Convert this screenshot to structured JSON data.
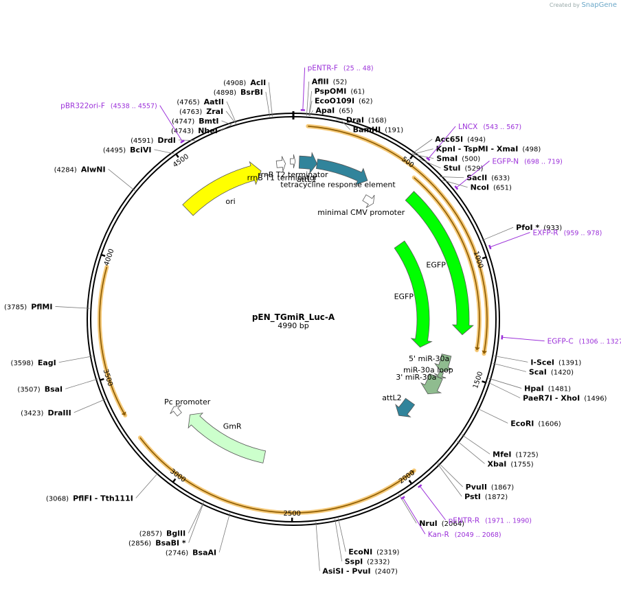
{
  "credit": {
    "prefix": "Created by",
    "brand": "SnapGene"
  },
  "plasmid": {
    "name": "pEN_TGmiR_Luc-A",
    "size_label": "4990 bp",
    "length": 4990
  },
  "ticks": [
    {
      "pos": 500,
      "label": "500"
    },
    {
      "pos": 1000,
      "label": "1000"
    },
    {
      "pos": 1500,
      "label": "1500"
    },
    {
      "pos": 2000,
      "label": "2000"
    },
    {
      "pos": 2500,
      "label": "2500"
    },
    {
      "pos": 3000,
      "label": "3000"
    },
    {
      "pos": 3500,
      "label": "3500"
    },
    {
      "pos": 4000,
      "label": "4000"
    },
    {
      "pos": 4500,
      "label": "4500"
    }
  ],
  "sites": [
    {
      "name": "AclI",
      "pos": "(4908)",
      "at": 4908
    },
    {
      "name": "BsrBI",
      "pos": "(4898)",
      "at": 4898
    },
    {
      "name": "AatII",
      "pos": "(4765)",
      "at": 4765
    },
    {
      "name": "ZraI",
      "pos": "(4763)",
      "at": 4763
    },
    {
      "name": "BmtI",
      "pos": "(4747)",
      "at": 4747
    },
    {
      "name": "NheI",
      "pos": "(4743)",
      "at": 4743
    },
    {
      "name": "DrdI",
      "pos": "(4591)",
      "at": 4591
    },
    {
      "name": "BciVI",
      "pos": "(4495)",
      "at": 4495
    },
    {
      "name": "AlwNI",
      "pos": "(4284)",
      "at": 4284
    },
    {
      "name": "PflMI",
      "pos": "(3785)",
      "at": 3785
    },
    {
      "name": "EagI",
      "pos": "(3598)",
      "at": 3598
    },
    {
      "name": "BsaI",
      "pos": "(3507)",
      "at": 3507
    },
    {
      "name": "DraIII",
      "pos": "(3423)",
      "at": 3423
    },
    {
      "name": "PflFI - Tth111I",
      "pos": "(3068)",
      "at": 3068
    },
    {
      "name": "BglII",
      "pos": "(2857)",
      "at": 2857
    },
    {
      "name": "BsaBI *",
      "pos": "(2856)",
      "at": 2856
    },
    {
      "name": "BsaAI",
      "pos": "(2746)",
      "at": 2746
    },
    {
      "name": "AflII",
      "pos": "(52)",
      "at": 52
    },
    {
      "name": "PspOMI",
      "pos": "(61)",
      "at": 61
    },
    {
      "name": "EcoO109I",
      "pos": "(62)",
      "at": 62
    },
    {
      "name": "ApaI",
      "pos": "(65)",
      "at": 65
    },
    {
      "name": "DraI",
      "pos": "(168)",
      "at": 168
    },
    {
      "name": "BamHI",
      "pos": "(191)",
      "at": 191
    },
    {
      "name": "Acc65I",
      "pos": "(494)",
      "at": 494
    },
    {
      "name": "KpnI - TspMI - XmaI",
      "pos": "(498)",
      "at": 498
    },
    {
      "name": "SmaI",
      "pos": "(500)",
      "at": 500
    },
    {
      "name": "StuI",
      "pos": "(529)",
      "at": 529
    },
    {
      "name": "SacII",
      "pos": "(633)",
      "at": 633
    },
    {
      "name": "NcoI",
      "pos": "(651)",
      "at": 651
    },
    {
      "name": "PfoI *",
      "pos": "(933)",
      "at": 933
    },
    {
      "name": "I-SceI",
      "pos": "(1391)",
      "at": 1391
    },
    {
      "name": "ScaI",
      "pos": "(1420)",
      "at": 1420
    },
    {
      "name": "HpaI",
      "pos": "(1481)",
      "at": 1481
    },
    {
      "name": "PaeR7I - XhoI",
      "pos": "(1496)",
      "at": 1496
    },
    {
      "name": "EcoRI",
      "pos": "(1606)",
      "at": 1606
    },
    {
      "name": "MfeI",
      "pos": "(1725)",
      "at": 1725
    },
    {
      "name": "XbaI",
      "pos": "(1755)",
      "at": 1755
    },
    {
      "name": "PvuII",
      "pos": "(1867)",
      "at": 1867
    },
    {
      "name": "PstI",
      "pos": "(1872)",
      "at": 1872
    },
    {
      "name": "NruI",
      "pos": "(2064)",
      "at": 2064
    },
    {
      "name": "EcoNI",
      "pos": "(2319)",
      "at": 2319
    },
    {
      "name": "SspI",
      "pos": "(2332)",
      "at": 2332
    },
    {
      "name": "AsiSI - PvuI",
      "pos": "(2407)",
      "at": 2407
    }
  ],
  "primers": [
    {
      "name": "pENTR-F",
      "range": "(25 .. 48)",
      "at": 36
    },
    {
      "name": "pBR322ori-F",
      "range": "(4538 .. 4557)",
      "at": 4547
    },
    {
      "name": "LNCX",
      "range": "(543 .. 567)",
      "at": 555
    },
    {
      "name": "EGFP-N",
      "range": "(698 .. 719)",
      "at": 708
    },
    {
      "name": "EXFP-R",
      "range": "(959 .. 978)",
      "at": 968
    },
    {
      "name": "EGFP-C",
      "range": "(1306 .. 1327)",
      "at": 1316
    },
    {
      "name": "pENTR-R",
      "range": "(1971 .. 1990)",
      "at": 1980
    },
    {
      "name": "Kan-R",
      "range": "(2049 .. 2068)",
      "at": 2058
    }
  ],
  "features": [
    {
      "name": "ori",
      "start": 4380,
      "end": 4820,
      "color": "#ffff00"
    },
    {
      "name": "rrnB T1 terminator",
      "start": 4905,
      "end": 4950,
      "color": "#ffffff"
    },
    {
      "name": "rrnB T2 terminator",
      "start": 4975,
      "end": 10,
      "color": "#ffffff"
    },
    {
      "name": "attL1",
      "start": 30,
      "end": 120,
      "color": "#31849b"
    },
    {
      "name": "tetracycline response element",
      "start": 120,
      "end": 390,
      "color": "#31849b"
    },
    {
      "name": "minimal CMV promoter",
      "start": 420,
      "end": 480,
      "color": "#ffffff"
    },
    {
      "name": "EGFP",
      "start": 600,
      "end": 1320,
      "color": "#00ff00"
    },
    {
      "name": "EGFP",
      "start": 760,
      "end": 1420,
      "color": "#00ff00"
    },
    {
      "name": "5' miR-30a",
      "start": 1430,
      "end": 1520,
      "color": "#8fbc8f"
    },
    {
      "name": "miR-30a loop",
      "start": 1520,
      "end": 1550,
      "color": "#8fbc8f"
    },
    {
      "name": "3' miR-30a",
      "start": 1550,
      "end": 1650,
      "color": "#8fbc8f"
    },
    {
      "name": "attL2",
      "start": 1735,
      "end": 1835,
      "color": "#31849b"
    },
    {
      "name": "GmR",
      "start": 2660,
      "end": 3150,
      "color": "#ccffcc"
    },
    {
      "name": "Pc promoter",
      "start": 3190,
      "end": 3240,
      "color": "#ffffff"
    }
  ],
  "orfs": [
    {
      "start": 60,
      "end": 1390,
      "dir": 1
    },
    {
      "start": 560,
      "end": 1380,
      "dir": 1
    },
    {
      "start": 1960,
      "end": 3220,
      "dir": -1
    },
    {
      "start": 3330,
      "end": 3960,
      "dir": -1
    }
  ],
  "colors": {
    "primer": "#9b30d9",
    "orf": "#8b5a00",
    "orf_halo": "#f5c978",
    "backbone": "#000000"
  }
}
